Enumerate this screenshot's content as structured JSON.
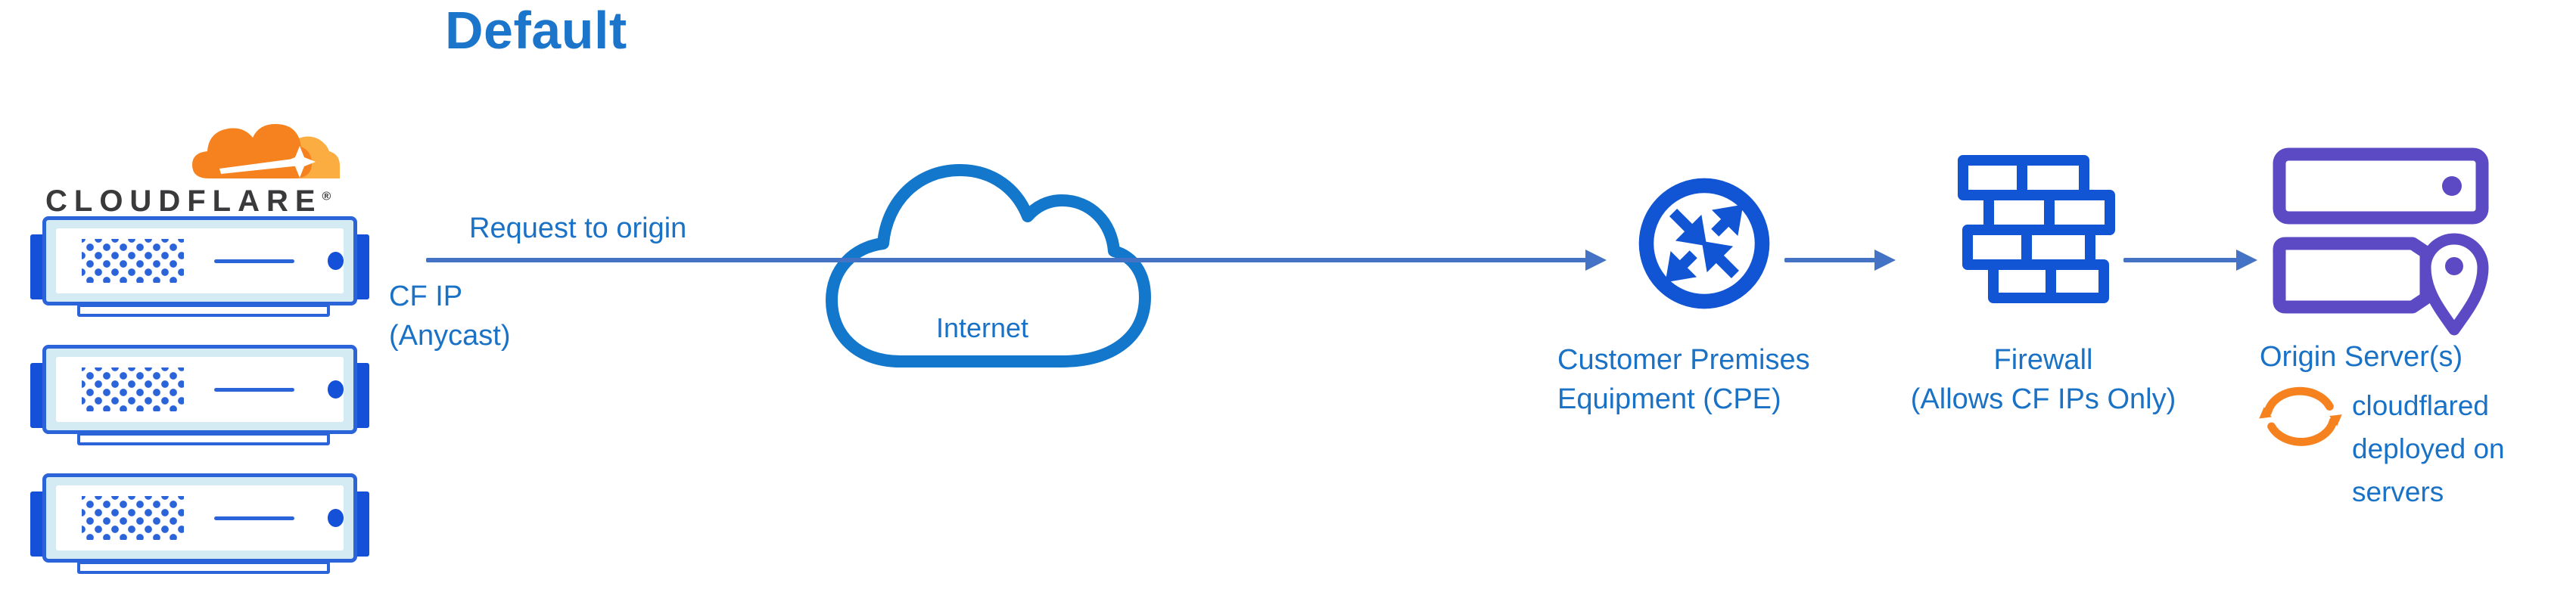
{
  "title": "Default",
  "brand": {
    "wordmark": "CLOUDFLARE",
    "registered": "®"
  },
  "flow": {
    "request_label": "Request to origin",
    "cf_ip_line1": "CF IP",
    "cf_ip_line2": "(Anycast)",
    "internet_label": "Internet"
  },
  "nodes": {
    "cloudflare_servers": {
      "icon": "cloudflare-logo, server-rack-icon x3"
    },
    "internet": {
      "icon": "cloud-outline-icon"
    },
    "cpe": {
      "icon": "router-arrows-icon",
      "label_line1": "Customer Premises",
      "label_line2": "Equipment (CPE)"
    },
    "firewall": {
      "icon": "brick-wall-icon",
      "label_line1": "Firewall",
      "label_line2": "(Allows CF IPs Only)"
    },
    "origin": {
      "icon": "server-location-pin-icon",
      "label": "Origin Server(s)",
      "note_icon": "sync-arrows-icon",
      "note_line1": "cloudflared",
      "note_line2": "deployed on",
      "note_line3": "servers"
    }
  },
  "colors": {
    "label_blue": "#1a72c6",
    "title_blue": "#1b75cb",
    "arrow_blue": "#4472c4",
    "cloud_stroke_blue": "#1377cc",
    "icon_royal_blue": "#1155d4",
    "server_border_blue": "#2b63d9",
    "server_tab_blue": "#1450d8",
    "server_fill": "#d4ebf4",
    "origin_purple": "#5b4ac3",
    "cf_orange": "#f6821f",
    "cf_orange_light": "#fbad41",
    "wordmark_dark": "#3a3a3c"
  }
}
